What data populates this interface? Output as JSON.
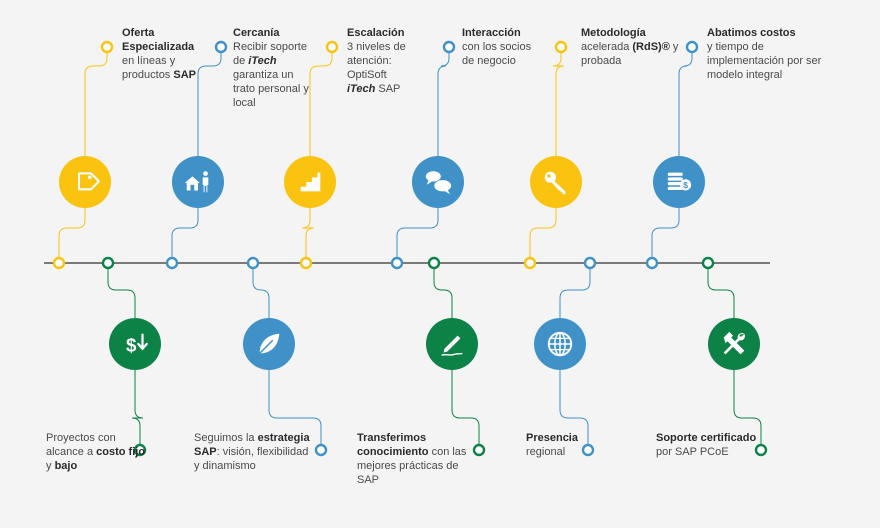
{
  "top_items": [
    {
      "title": "Oferta Especializada",
      "parts": [
        {
          "t": "en líneas y productos "
        },
        {
          "t": "SAP",
          "s": "b"
        }
      ],
      "icon": "price-tag-icon",
      "color": "yellow"
    },
    {
      "title": "Cercanía",
      "parts": [
        {
          "t": "Recibir soporte de "
        },
        {
          "t": "iTech",
          "s": "i"
        },
        {
          "t": " garantiza un trato personal y local"
        }
      ],
      "icon": "house-person-icon",
      "color": "blue"
    },
    {
      "title": "Escalación",
      "parts": [
        {
          "t": "3 niveles de atención: OptiSoft "
        },
        {
          "t": "iTech",
          "s": "i"
        },
        {
          "t": " SAP"
        }
      ],
      "icon": "stairs-icon",
      "color": "yellow"
    },
    {
      "title": "Interacción",
      "parts": [
        {
          "t": "con los socios de negocio"
        }
      ],
      "icon": "chat-bubbles-icon",
      "color": "blue"
    },
    {
      "title": "Metodología",
      "parts": [
        {
          "t": "acelerada "
        },
        {
          "t": "(RdS)®",
          "s": "b"
        },
        {
          "t": " y probada"
        }
      ],
      "icon": "key-icon",
      "color": "yellow"
    },
    {
      "title": "Abatimos costos",
      "parts": [
        {
          "t": "y tiempo de implementación por ser modelo integral"
        }
      ],
      "icon": "coins-icon",
      "color": "blue"
    }
  ],
  "bottom_items": [
    {
      "parts": [
        {
          "t": "Proyectos con alcance a "
        },
        {
          "t": "costo fijo",
          "s": "b"
        },
        {
          "t": " y "
        },
        {
          "t": "bajo",
          "s": "b"
        }
      ],
      "icon": "dollar-down-icon",
      "color": "green"
    },
    {
      "parts": [
        {
          "t": "Seguimos la "
        },
        {
          "t": "estrategia SAP",
          "s": "b"
        },
        {
          "t": ": visión, flexibilidad y dinamismo"
        }
      ],
      "icon": "leaf-icon",
      "color": "blue"
    },
    {
      "parts": [
        {
          "t": "Transferimos conocimiento",
          "s": "b"
        },
        {
          "t": " con las mejores prácticas de SAP"
        }
      ],
      "icon": "pen-writing-icon",
      "color": "green"
    },
    {
      "parts": [
        {
          "t": "Presencia",
          "s": "b"
        },
        {
          "t": " regional"
        }
      ],
      "icon": "globe-icon",
      "color": "blue"
    },
    {
      "parts": [
        {
          "t": "Soporte certificado",
          "s": "b"
        },
        {
          "t": " por SAP PCoE"
        }
      ],
      "icon": "tools-icon",
      "color": "green"
    }
  ],
  "colors": {
    "yellow": "#f9c310",
    "blue": "#3f91c7",
    "green": "#0d8246",
    "line": "#7a7a7a"
  }
}
